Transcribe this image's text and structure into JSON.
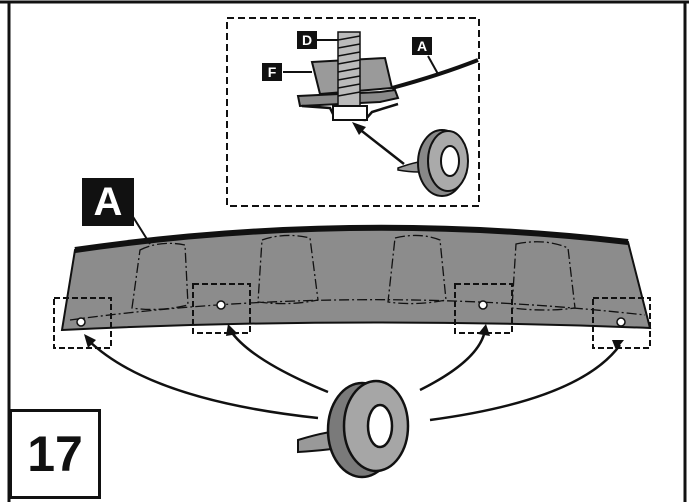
{
  "step": {
    "number": "17"
  },
  "labels": {
    "part_a": "A",
    "inset_a": "A",
    "inset_d": "D",
    "inset_f": "F"
  },
  "icons": {
    "tape": "tape-roll-icon",
    "bumper": "rear-diffuser-panel",
    "bolt": "bolt-icon"
  }
}
